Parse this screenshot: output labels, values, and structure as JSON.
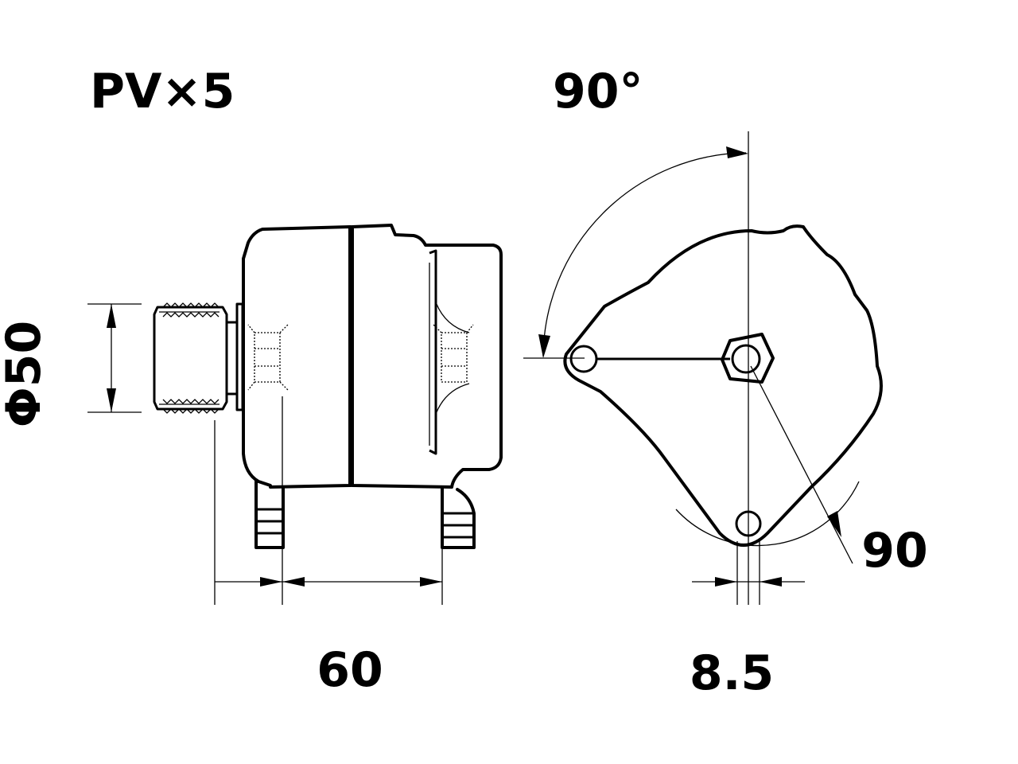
{
  "labels": {
    "belt": "PV×5",
    "angle": "90°",
    "diameter": "Φ50",
    "length": "60",
    "offset": "8.5",
    "radius": "90"
  }
}
